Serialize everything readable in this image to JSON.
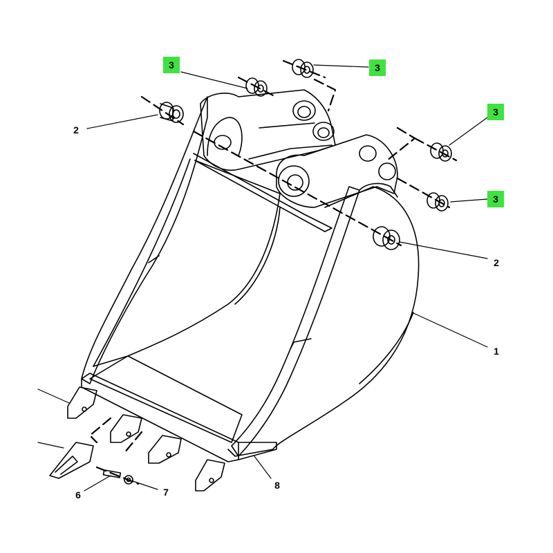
{
  "highlight_color": "#3fe23f",
  "callouts": [
    {
      "id": "c3a",
      "text": "3",
      "highlighted": true
    },
    {
      "id": "c3b",
      "text": "3",
      "highlighted": true
    },
    {
      "id": "c3c",
      "text": "3",
      "highlighted": true
    },
    {
      "id": "c3d",
      "text": "3",
      "highlighted": true
    },
    {
      "id": "c2a",
      "text": "2",
      "highlighted": false
    },
    {
      "id": "c2b",
      "text": "2",
      "highlighted": false
    },
    {
      "id": "c1",
      "text": "1",
      "highlighted": false
    },
    {
      "id": "c8",
      "text": "8",
      "highlighted": false
    },
    {
      "id": "c6",
      "text": "6",
      "highlighted": false
    },
    {
      "id": "c7",
      "text": "7",
      "highlighted": false
    }
  ]
}
